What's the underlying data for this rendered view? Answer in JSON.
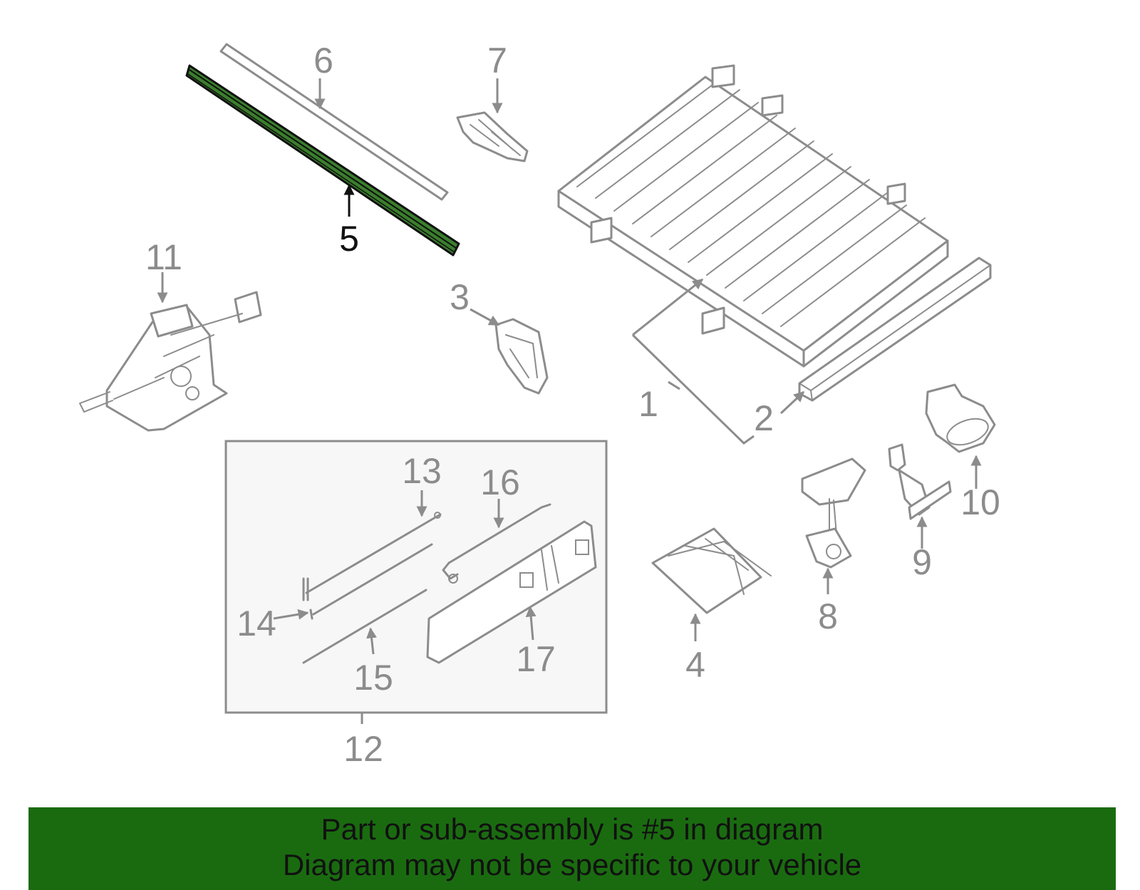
{
  "diagram": {
    "highlighted_part": "5",
    "highlight_color": "#3a7f2c",
    "callout_numbers": [
      "1",
      "2",
      "3",
      "4",
      "5",
      "6",
      "7",
      "8",
      "9",
      "10",
      "11",
      "12",
      "13",
      "14",
      "15",
      "16",
      "17"
    ]
  },
  "banner": {
    "line1": "Part or sub-assembly is #5 in diagram",
    "line2": "Diagram may not be specific to your vehicle",
    "background_color": "#1a6b10"
  }
}
